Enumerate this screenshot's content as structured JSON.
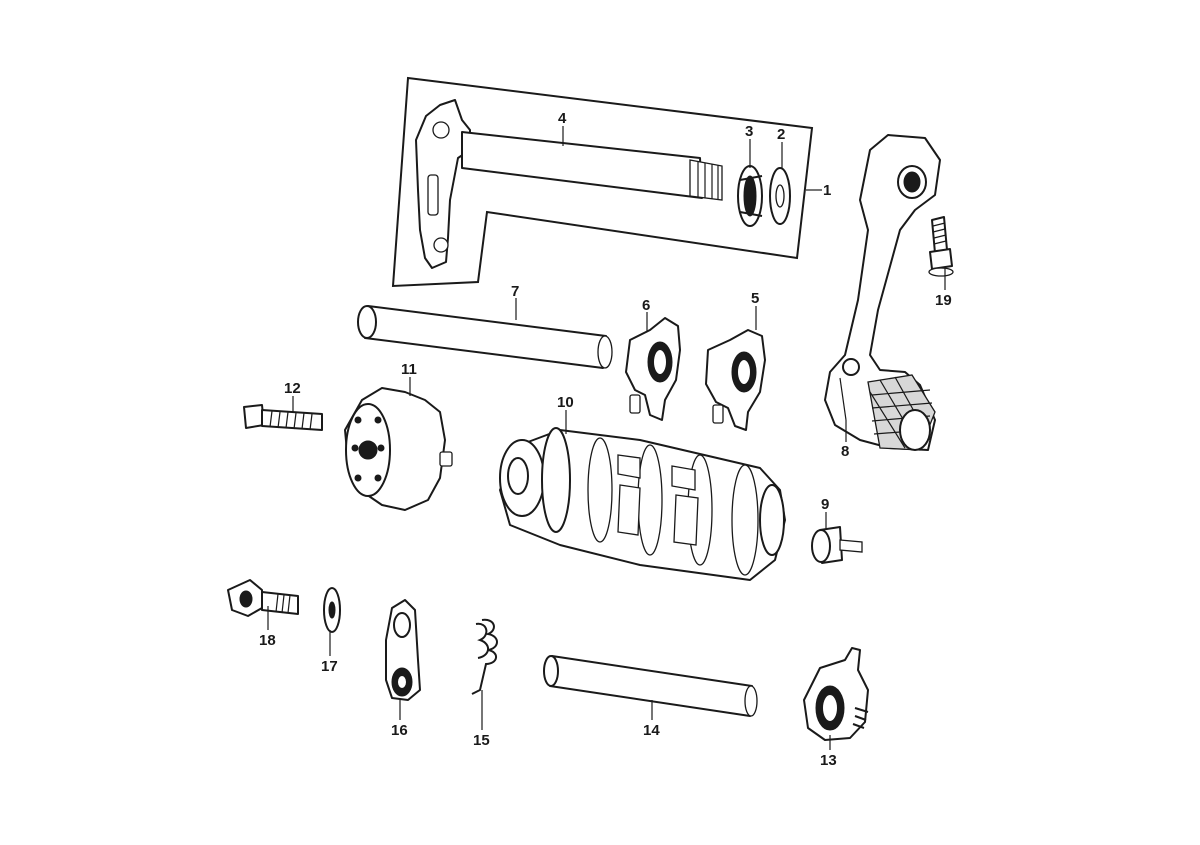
{
  "labels": {
    "p1": "1",
    "p2": "2",
    "p3": "3",
    "p4": "4",
    "p5": "5",
    "p6": "6",
    "p7": "7",
    "p8": "8",
    "p9": "9",
    "p10": "10",
    "p11": "11",
    "p12": "12",
    "p13": "13",
    "p14": "14",
    "p15": "15",
    "p16": "16",
    "p17": "17",
    "p18": "18",
    "p19": "19"
  }
}
